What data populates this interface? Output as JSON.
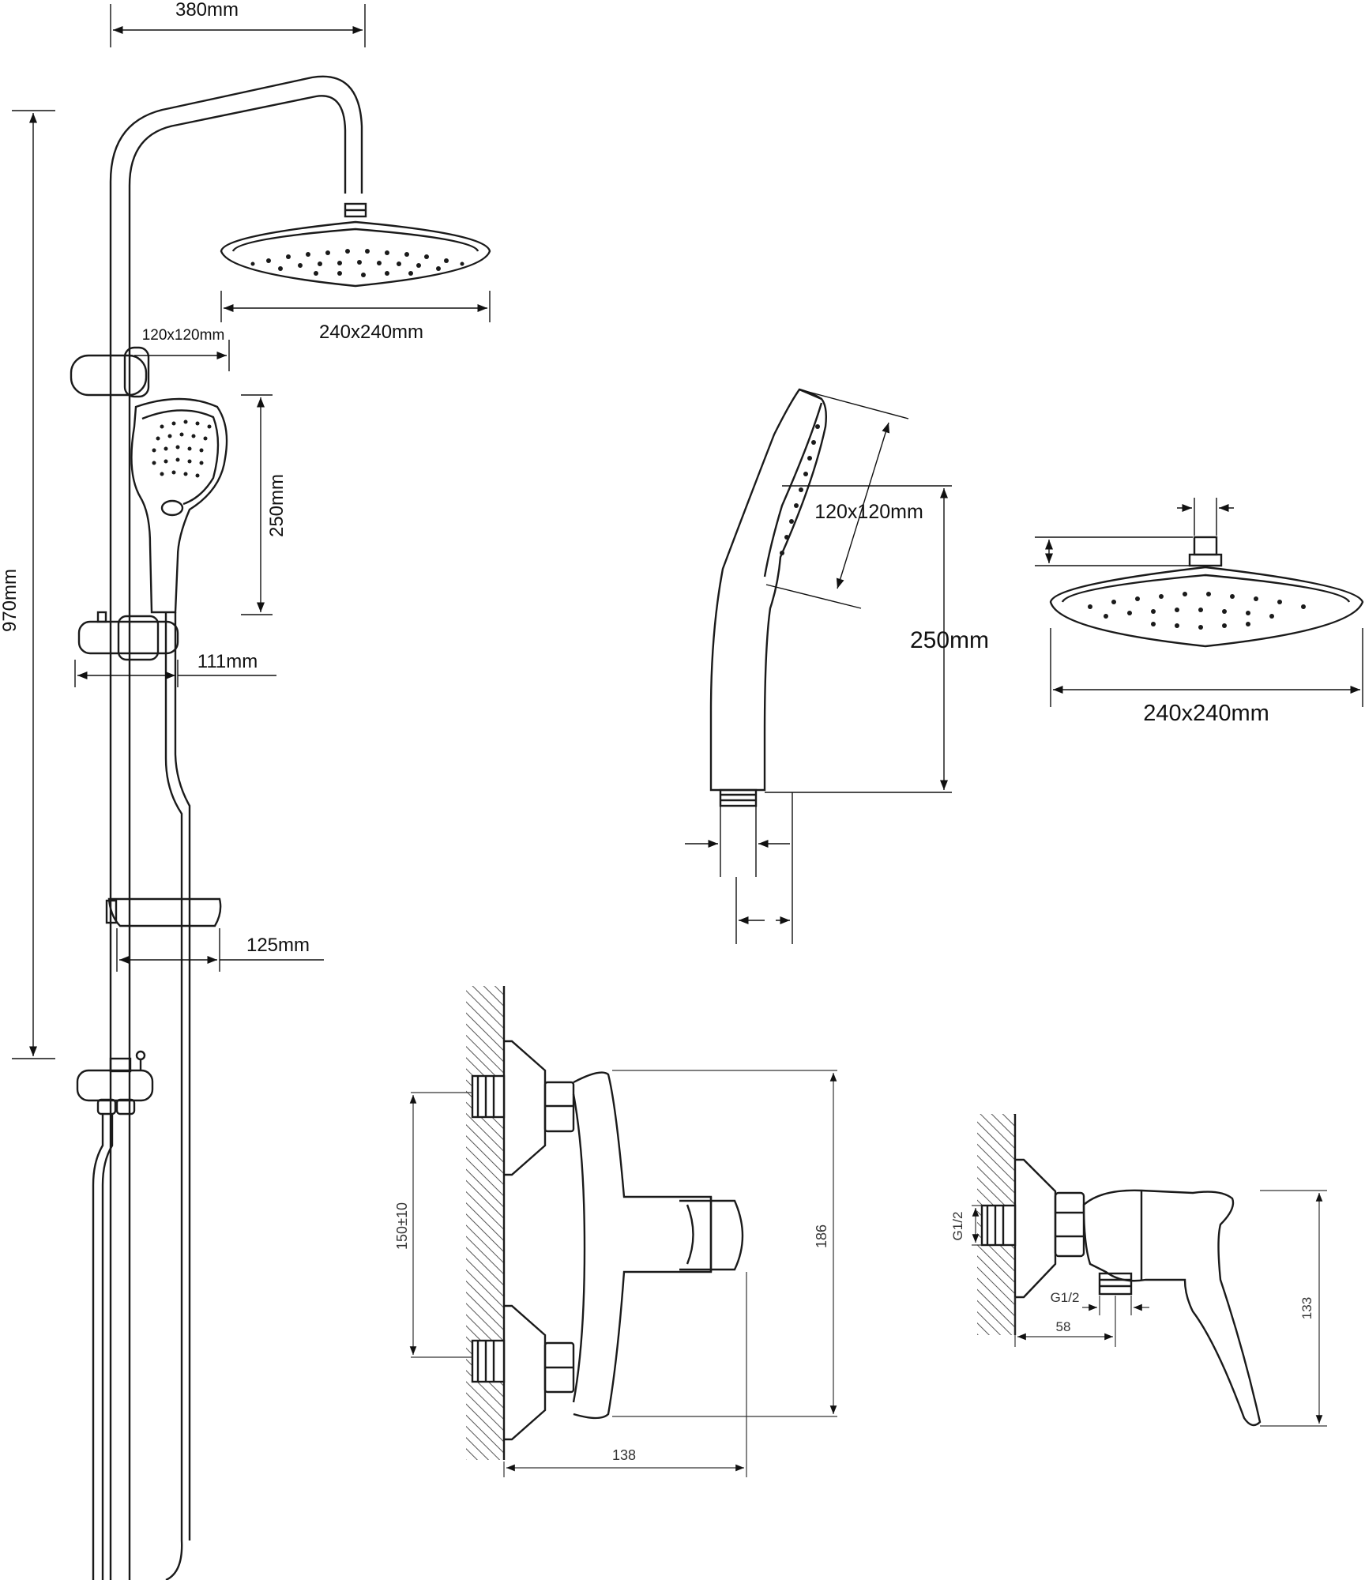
{
  "dimensions": {
    "top_width": "380mm",
    "total_height": "970mm",
    "head_size_left": "240x240mm",
    "holder_size_left": "120x120mm",
    "hand_length_left": "250mm",
    "bracket_offset": "111mm",
    "soap_dish_offset": "125mm",
    "hand_face_right": "120x120mm",
    "hand_length_right": "250mm",
    "head_size_right": "240x240mm",
    "mixer_height": "186",
    "mixer_centres": "150±10",
    "mixer_depth": "138",
    "small_mixer_height": "133",
    "small_mixer_depth": "58",
    "thread_inlet": "G1/2",
    "thread_outlet": "G1/2"
  },
  "colors": {
    "line": "#1a1a1a",
    "hatch": "#555555",
    "background": "#ffffff"
  }
}
